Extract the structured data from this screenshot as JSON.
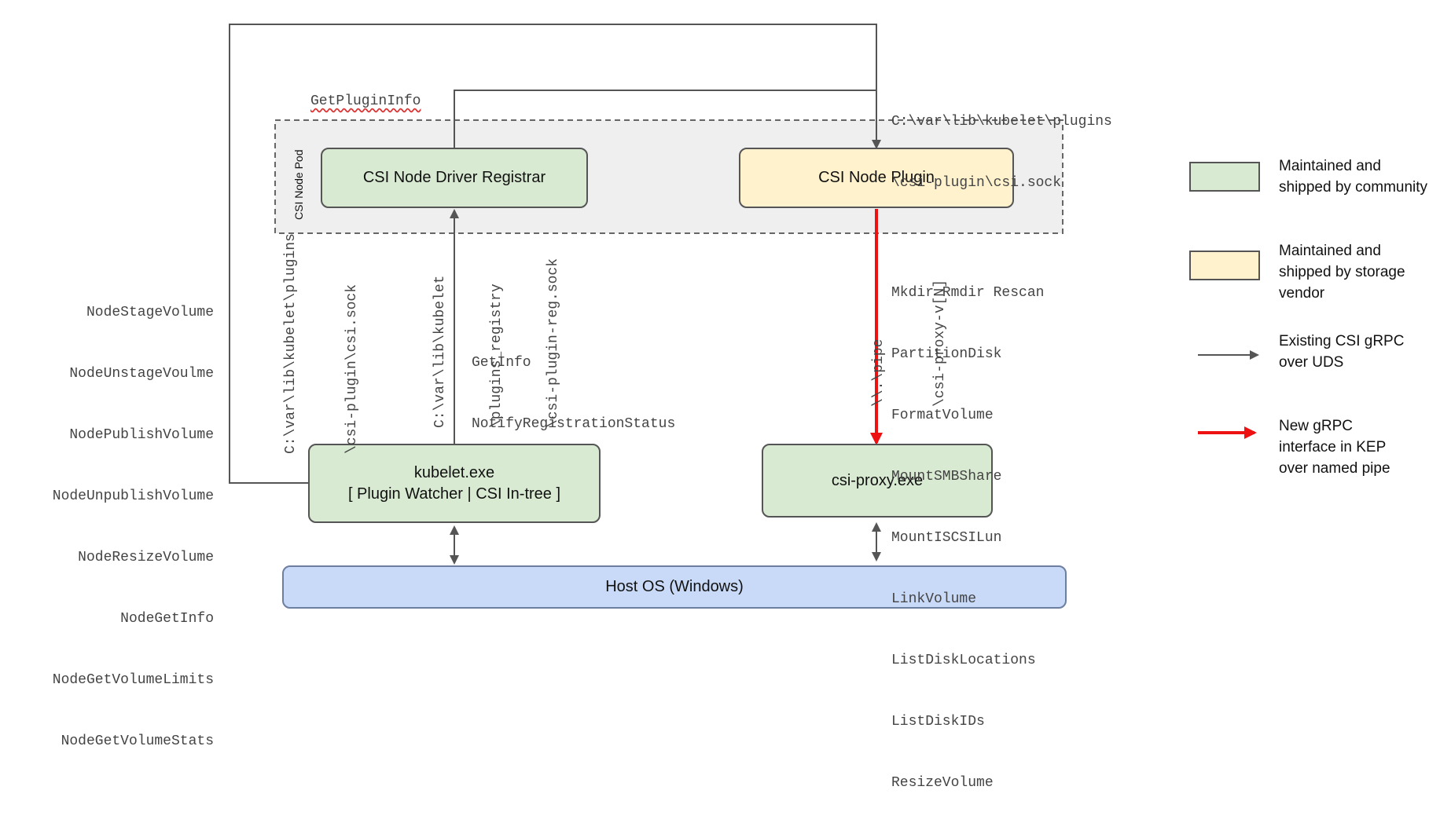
{
  "pod": {
    "label": "CSI Node Pod"
  },
  "boxes": {
    "registrar": "CSI Node Driver Registrar",
    "plugin": "CSI Node Plugin",
    "kubelet_line1": "kubelet.exe",
    "kubelet_line2": "[ Plugin Watcher | CSI In-tree ]",
    "proxy": "csi-proxy.exe",
    "host": "Host OS (Windows)"
  },
  "labels": {
    "get_plugin_info": "GetPluginInfo",
    "plugin_sock_line1": "C:\\var\\lib\\kubelet\\plugins",
    "plugin_sock_line2": "\\csi-plugin\\csi.sock",
    "left_sock_line1": "C:\\var\\lib\\kubelet\\plugins",
    "left_sock_line2": "\\csi-plugin\\csi.sock",
    "reg_sock_line1": "C:\\var\\lib\\kubelet",
    "reg_sock_line2": "\\plugins_registry",
    "reg_sock_line3": "\\csi-plugin-reg.sock",
    "pipe_line1": "\\\\.\\pipe",
    "pipe_line2": "\\csi-proxy-v[N]",
    "get_info": "GetInfo",
    "notify_status": "NotifyRegistrationStatus"
  },
  "node_calls": [
    "NodeStageVolume",
    "NodeUnstageVoulme",
    "NodePublishVolume",
    "NodeUnpublishVolume",
    "NodeResizeVolume",
    "NodeGetInfo",
    "NodeGetVolumeLimits",
    "NodeGetVolumeStats"
  ],
  "proxy_calls": [
    "Mkdir Rmdir Rescan",
    "PartitionDisk",
    "FormatVolume",
    "MountSMBShare",
    "MountISCSILun",
    "LinkVolume",
    "ListDiskLocations",
    "ListDiskIDs",
    "ResizeVolume"
  ],
  "legend": {
    "community": "Maintained and shipped by community",
    "vendor": "Maintained and shipped by storage vendor",
    "existing": "Existing CSI gRPC over UDS",
    "new": "New gRPC interface in KEP over named pipe"
  },
  "colors": {
    "green": "#d9ead3",
    "yellow": "#fff2cc",
    "blue": "#c9daf8",
    "grey_arrow": "#555555",
    "red_arrow": "#ee1111"
  }
}
